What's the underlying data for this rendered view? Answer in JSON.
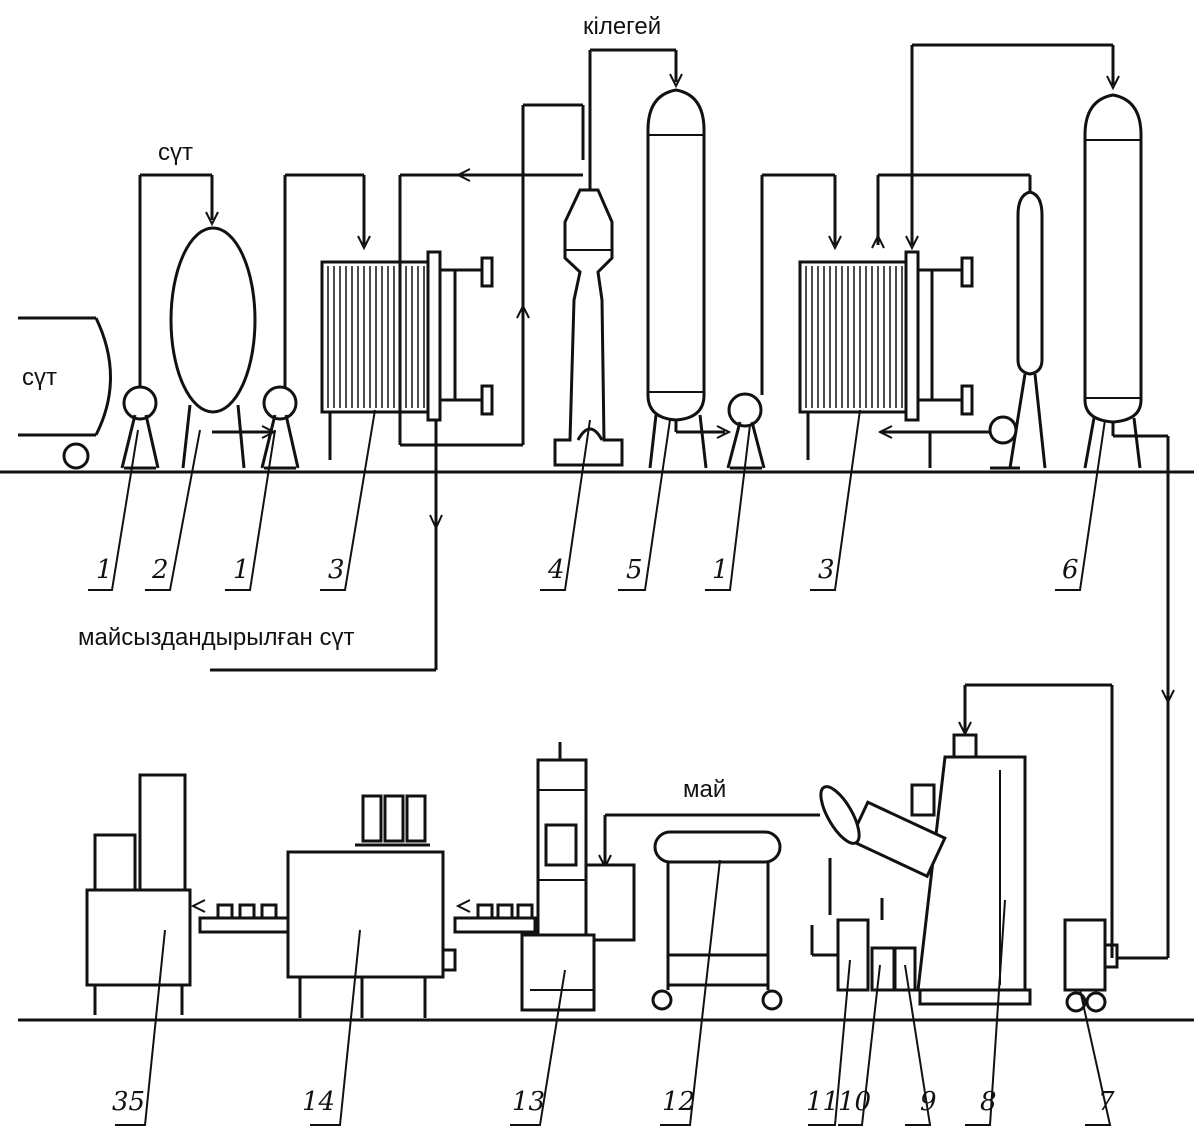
{
  "labels": {
    "milk_left": "сүт",
    "milk_top": "сүт",
    "cream": "кілегей",
    "skim_milk": "майсыздандырылған сүт",
    "butter": "май"
  },
  "numbers_top": [
    "1",
    "2",
    "1",
    "3",
    "4",
    "5",
    "1",
    "3",
    "6"
  ],
  "numbers_bottom": [
    "35",
    "14",
    "13",
    "12",
    "11",
    "10",
    "9",
    "8",
    "7"
  ]
}
